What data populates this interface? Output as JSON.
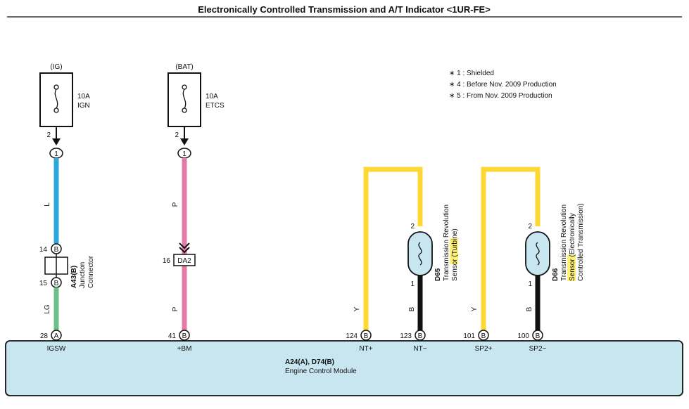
{
  "title": "Electronically Controlled Transmission and A/T Indicator <1UR-FE>",
  "notes": {
    "n1": "∗ 1 : Shielded",
    "n2": "∗ 4 : Before Nov.  2009 Production",
    "n3": "∗ 5 : From Nov.  2009 Production"
  },
  "fuses": {
    "ig": {
      "source": "(IG)",
      "rating": "10A",
      "name": "IGN",
      "pin": "2",
      "connector": "1"
    },
    "bat": {
      "source": "(BAT)",
      "rating": "10A",
      "name": "ETCS",
      "pin": "2",
      "connector": "1"
    }
  },
  "wire_labels": {
    "L": "L",
    "LG": "LG",
    "P1": "P",
    "P2": "P",
    "Y1": "Y",
    "B1": "B",
    "Y2": "Y",
    "B2": "B"
  },
  "junction": {
    "pin_top": "14",
    "pin_bottom": "15",
    "connector_letter": "B",
    "id": "A43(B)",
    "line1": "Junction",
    "line2": "Connector"
  },
  "da2": {
    "pin": "16",
    "label": "DA2"
  },
  "sensors": {
    "d65": {
      "id": "D65",
      "line1": "Transmission Revolution",
      "line2": "Sensor (Turbine)",
      "pin_top": "2",
      "pin_bottom": "1"
    },
    "d66": {
      "id": "D66",
      "line1": "Transmission Revolution",
      "line2": "Sensor (Electronically",
      "line3": "Controlled Transmission)",
      "pin_top": "2",
      "pin_bottom": "1"
    }
  },
  "ecm": {
    "id": "A24(A), D74(B)",
    "name": "Engine Control Module",
    "pins": [
      {
        "num": "28",
        "letter": "A",
        "name": "IGSW"
      },
      {
        "num": "41",
        "letter": "B",
        "name": "+BM"
      },
      {
        "num": "124",
        "letter": "B",
        "name": "NT+"
      },
      {
        "num": "123",
        "letter": "B",
        "name": "NT−"
      },
      {
        "num": "101",
        "letter": "B",
        "name": "SP2+"
      },
      {
        "num": "100",
        "letter": "B",
        "name": "SP2−"
      }
    ]
  },
  "colors": {
    "wire_blue": "#2aa7dc",
    "wire_green": "#6bbf8a",
    "wire_pink": "#e47aa8",
    "wire_yellow": "#fdd835",
    "wire_black": "#111111",
    "ecm_fill": "#c8e6ef",
    "sensor_fill": "#c8e6ef",
    "highlight": "#fff176"
  }
}
